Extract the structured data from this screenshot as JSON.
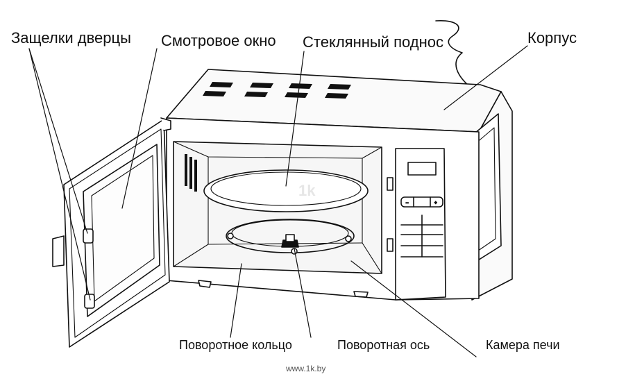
{
  "labels": {
    "door_latches": "Защелки дверцы",
    "viewing_window": "Смотровое окно",
    "glass_tray": "Стеклянный поднос",
    "housing": "Корпус",
    "rotating_ring": "Поворотное кольцо",
    "rotating_axis": "Поворотная ось",
    "oven_cavity": "Камера печи"
  },
  "control_panel": {
    "minus": "–",
    "plus": "+"
  },
  "watermark": "1k",
  "footer": "www.1k.by"
}
